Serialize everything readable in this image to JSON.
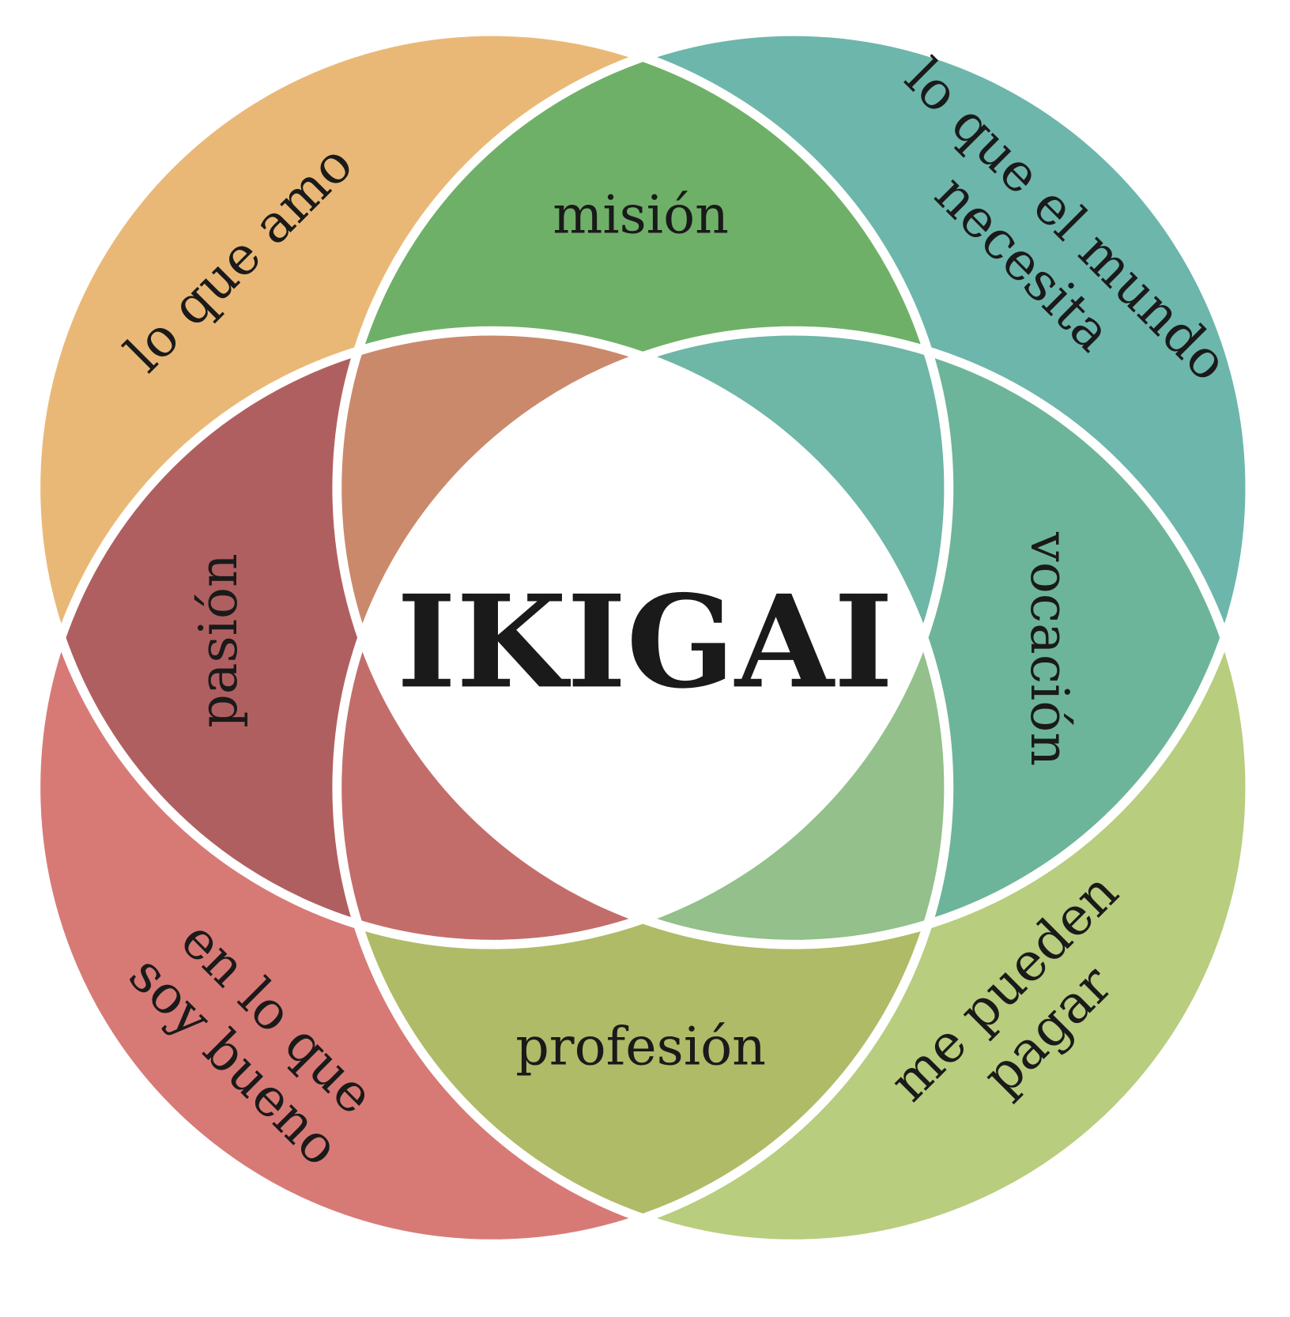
{
  "title": "IKIGAI",
  "circles": {
    "love": {
      "label_lines": [
        "lo que amo"
      ],
      "color": "#EAB876"
    },
    "world": {
      "label_lines": [
        "lo que el mundo",
        "necesita"
      ],
      "color": "#6DB6AB"
    },
    "good": {
      "label_lines": [
        "en lo que",
        "soy bueno"
      ],
      "color": "#D77A76"
    },
    "paid": {
      "label_lines": [
        "me pueden",
        "pagar"
      ],
      "color": "#B8CD7E"
    }
  },
  "intersections": {
    "mision": {
      "label": "misión",
      "color": "#6FB068"
    },
    "pasion": {
      "label": "pasión",
      "color": "#B05F60"
    },
    "vocacion": {
      "label": "vocación",
      "color": "#6DB59A"
    },
    "profesion": {
      "label": "profesión",
      "color": "#AFBB67"
    }
  },
  "triple_colors": {
    "love_world_good": "#CB896B",
    "love_world_paid": "#6EB6A6",
    "love_good_paid": "#C36D6B",
    "world_good_paid": "#93C08B"
  },
  "center_color": "#FFFFFF"
}
